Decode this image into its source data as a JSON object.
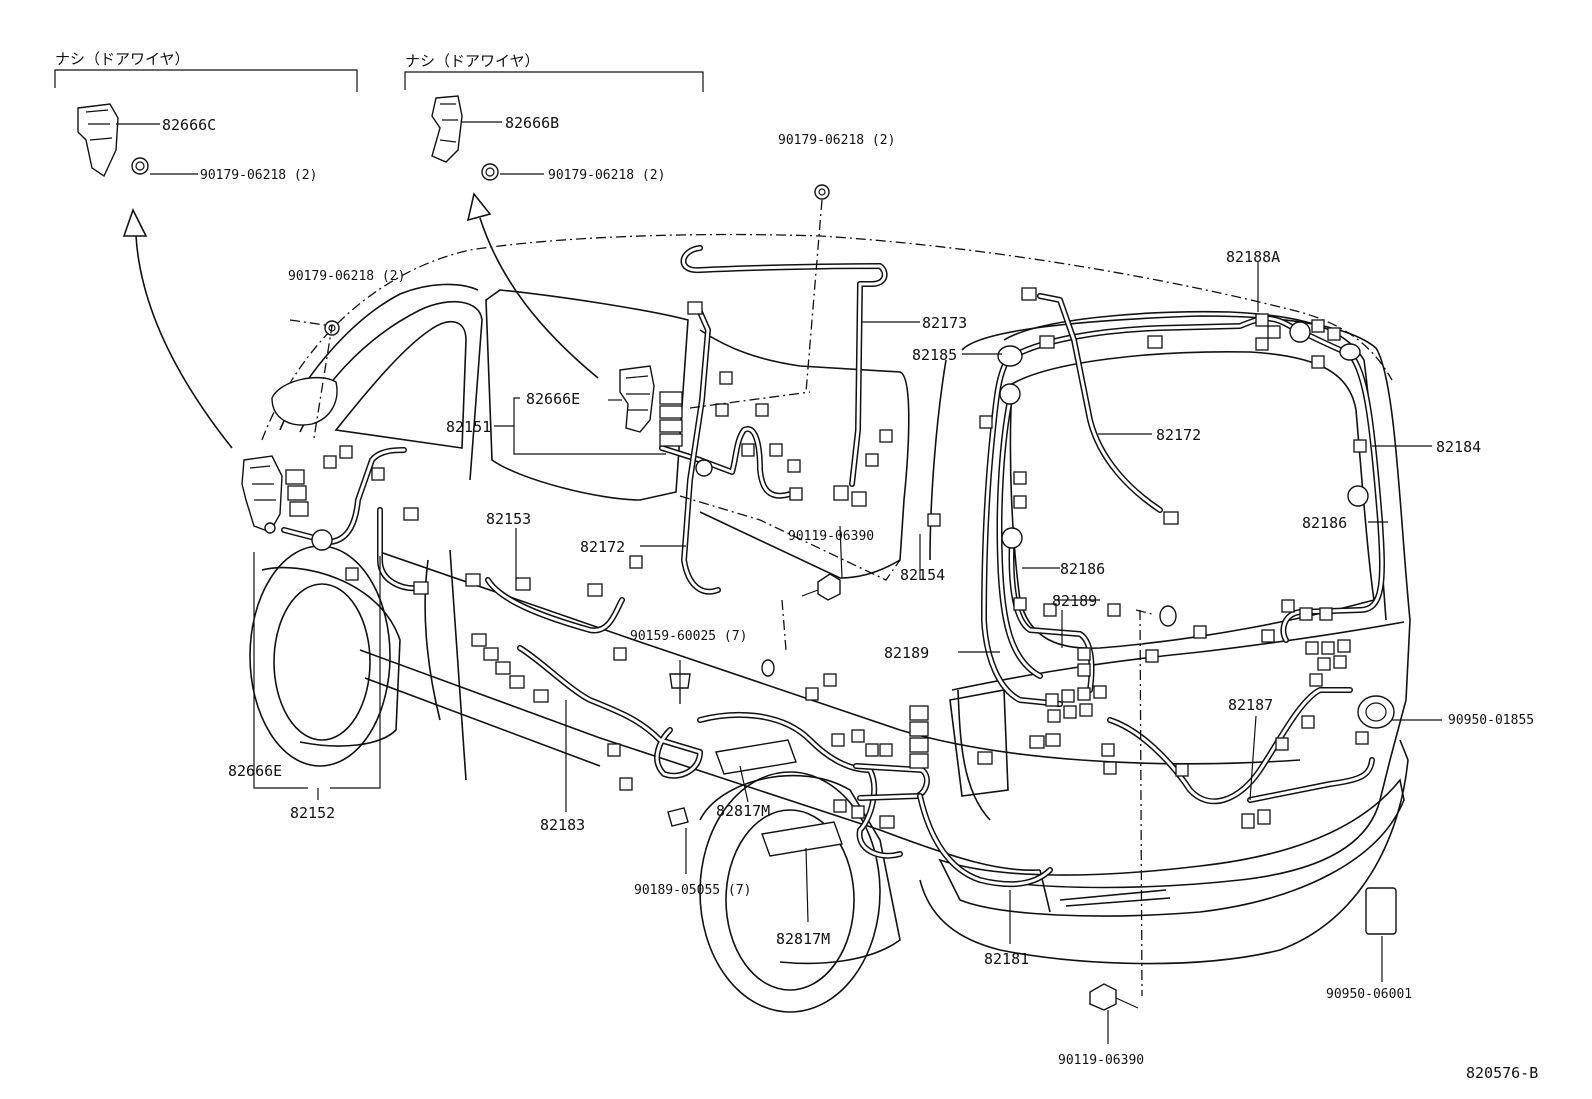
{
  "diagram_code": "820576-B",
  "notes": {
    "left_inset": "ナシ（ドアワイヤ）",
    "right_inset": "ナシ（ドアワイヤ）"
  },
  "part_labels": {
    "p82666C": "82666C",
    "p82666B": "82666B",
    "p82666E_upper": "82666E",
    "p82666E_lower": "82666E",
    "clip_inset_left": "90179-06218 (2)",
    "clip_inset_right": "90179-06218 (2)",
    "clip_top": "90179-06218 (2)",
    "clip_left": "90179-06218 (2)",
    "p82188A": "82188A",
    "p82173": "82173",
    "p82185": "82185",
    "p82172_top": "82172",
    "p82184": "82184",
    "p82151": "82151",
    "p82186_right": "82186",
    "p82153": "82153",
    "p82172_mid": "82172",
    "bolt_90119_top": "90119-06390",
    "p82154": "82154",
    "p82186_left": "82186",
    "p82189_right": "82189",
    "clip_90159": "90159-60025 (7)",
    "p82189_left": "82189",
    "p82187": "82187",
    "grommet_90950_01855": "90950-01855",
    "p82152": "82152",
    "p82183": "82183",
    "p82817M_upper": "82817M",
    "clip_90189": "90189-05055 (7)",
    "p82817M_lower": "82817M",
    "p82181": "82181",
    "pad_90950_06001": "90950-06001",
    "bolt_90119_bottom": "90119-06390"
  }
}
